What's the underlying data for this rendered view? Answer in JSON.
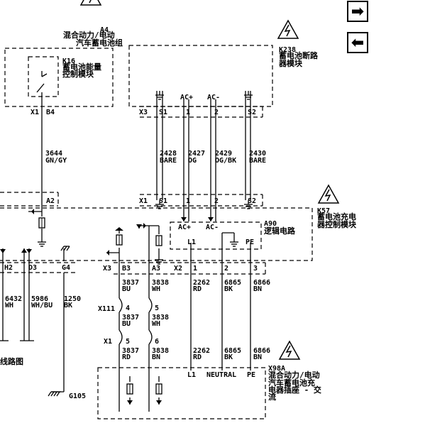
{
  "nav": {
    "next_glyph": "➡",
    "prev_glyph": "⬅"
  },
  "components": {
    "a4": {
      "ref": "A4",
      "name_line1": "混合动力/电动",
      "name_line2": "汽车蓄电池组"
    },
    "k16": {
      "ref": "K16",
      "name_line1": "蓄电池能量",
      "name_line2": "控制模块"
    },
    "k238": {
      "ref": "K238",
      "name_line1": "蓄电池断路",
      "name_line2": "器模块"
    },
    "k57": {
      "ref": "K57",
      "name_line1": "蓄电池充电",
      "name_line2": "器控制模块"
    },
    "a90": {
      "ref": "A90",
      "name": "逻辑电路"
    },
    "x98a": {
      "ref": "X98A",
      "name_line1": "混合动力/电动",
      "name_line2": "汽车蓄电池充",
      "name_line3": "电器插座 - 交",
      "name_line4": "流"
    }
  },
  "connectors": {
    "x1": "X1",
    "x2": "X2",
    "x3": "X3",
    "x111": "X111",
    "b4": "B4",
    "a2": "A2",
    "s1": "S1",
    "s2": "S2",
    "p1": "1",
    "p2": "2",
    "p3": "3",
    "h2": "H2",
    "d3": "D3",
    "g4": "G4",
    "b3": "B3",
    "a3": "A3",
    "p4": "4",
    "p5": "5",
    "p6": "6",
    "ac_plus": "AC+",
    "ac_minus": "AC-",
    "l1": "L1",
    "pe": "PE",
    "neutral": "NEUTRAL"
  },
  "wires": {
    "w3644_num": "3644",
    "w3644_col": "GN/GY",
    "w2428_num": "2428",
    "w2428_col": "BARE",
    "w2427_num": "2427",
    "w2427_col": "OG",
    "w2429_num": "2429",
    "w2429_col": "OG/BK",
    "w2430_num": "2430",
    "w2430_col": "BARE",
    "w6432_num": "6432",
    "w6432_col": "WH",
    "w5986_num": "5986",
    "w5986_col": "WH/BU",
    "w1250_num": "1250",
    "w1250_col": "BK",
    "w3837_num": "3837",
    "w3837_bu": "BU",
    "w3837_rd": "RD",
    "w3838_num": "3838",
    "w3838_wh": "WH",
    "w3838_bn": "BN",
    "w2262_num": "2262",
    "w2262_col": "RD",
    "w6865_num": "6865",
    "w6865_col": "BK",
    "w6866_num": "6866",
    "w6866_col": "BN"
  },
  "misc": {
    "ground_g105": "G105",
    "page_ref": "线路图"
  }
}
